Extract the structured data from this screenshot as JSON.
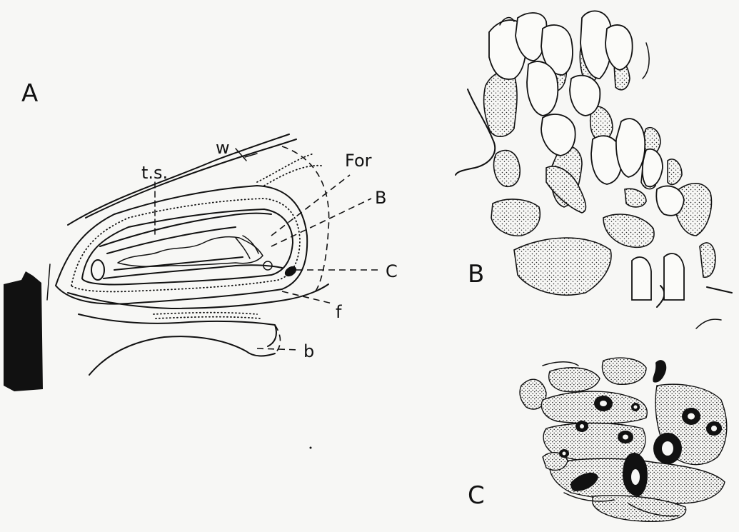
{
  "panels": {
    "a": {
      "label": "A"
    },
    "b": {
      "label": "B"
    },
    "c": {
      "label": "C"
    }
  },
  "annotations": {
    "ts": "t.s.",
    "w": "w",
    "for": "For",
    "b": "B",
    "c": "C",
    "f": "f",
    "b_lower": "b"
  }
}
